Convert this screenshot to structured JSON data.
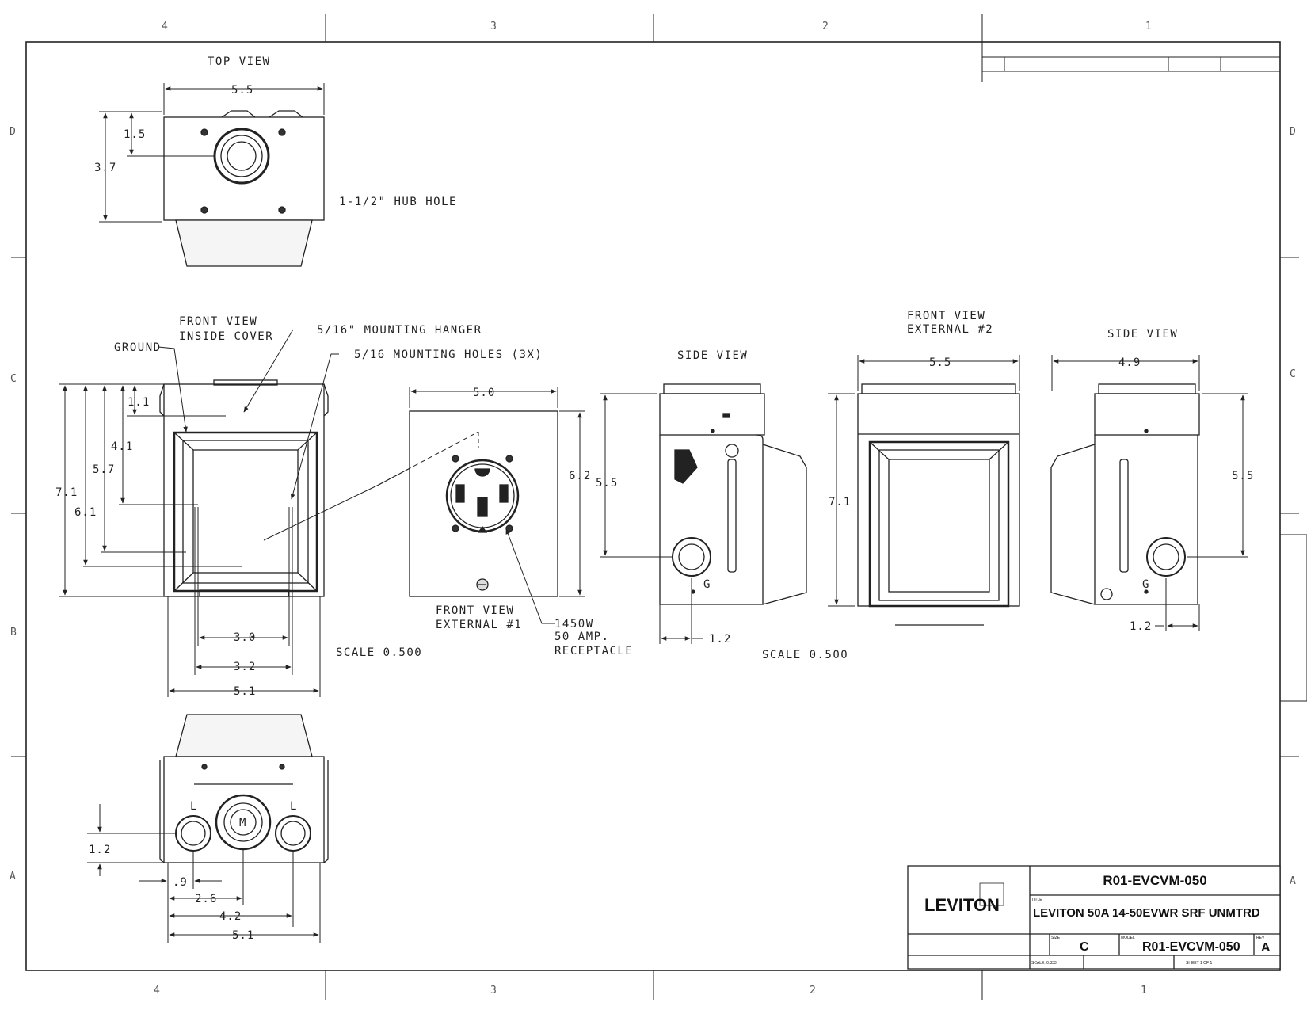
{
  "zones": {
    "cols_top": [
      "4",
      "3",
      "2",
      "1"
    ],
    "cols_bottom": [
      "4",
      "3",
      "2",
      "1"
    ],
    "rows_left": [
      "D",
      "C",
      "B",
      "A"
    ],
    "rows_right": [
      "D",
      "C",
      "A"
    ]
  },
  "views": {
    "top_view": {
      "title": "TOP VIEW",
      "dims": [
        "5.5",
        "1.5",
        "3.7"
      ],
      "note": "1-1/2\" HUB HOLE"
    },
    "front_inside": {
      "title_line1": "FRONT VIEW",
      "title_line2": "INSIDE COVER",
      "ground": "GROUND",
      "hanger": "5/16\" MOUNTING HANGER",
      "holes": "5/16 MOUNTING HOLES (3X)",
      "dims": [
        "1.1",
        "4.1",
        "5.7",
        "7.1",
        "6.1",
        "3.0",
        "3.2",
        "5.1"
      ],
      "scale": "SCALE 0.500"
    },
    "front_external1": {
      "title_line1": "FRONT VIEW",
      "title_line2": "EXTERNAL #1",
      "dims": [
        "5.0",
        "6.2"
      ],
      "note_line1": "1450W",
      "note_line2": "50 AMP.",
      "note_line3": "RECEPTACLE"
    },
    "side_view_a": {
      "title": "SIDE VIEW",
      "dims": [
        "5.5",
        "1.2"
      ],
      "ground_mark": "G",
      "scale": "SCALE 0.500"
    },
    "front_external2": {
      "title_line1": "FRONT VIEW",
      "title_line2": "EXTERNAL #2",
      "dims": [
        "5.5",
        "7.1"
      ]
    },
    "side_view_b": {
      "title": "SIDE VIEW",
      "dims": [
        "4.9",
        "5.5",
        "1.2"
      ],
      "ground_mark": "G"
    },
    "bottom_view": {
      "dims": [
        "1.2",
        ".9",
        "2.6",
        "4.2",
        "5.1"
      ],
      "marks": [
        "L",
        "M",
        "L"
      ]
    }
  },
  "title_block": {
    "logo": "LEVITON",
    "drawing_number": "R01-EVCVM-050",
    "title_label": "TITLE",
    "title": "LEVITON 50A 14-50EVWR SRF UNMTRD",
    "size_label": "SIZE",
    "size": "C",
    "model_label": "MODEL",
    "model": "R01-EVCVM-050",
    "rev_label": "REV",
    "rev": "A",
    "scale": "SCALE: 0.333",
    "sheet": "SHEET 1 OF 1"
  }
}
